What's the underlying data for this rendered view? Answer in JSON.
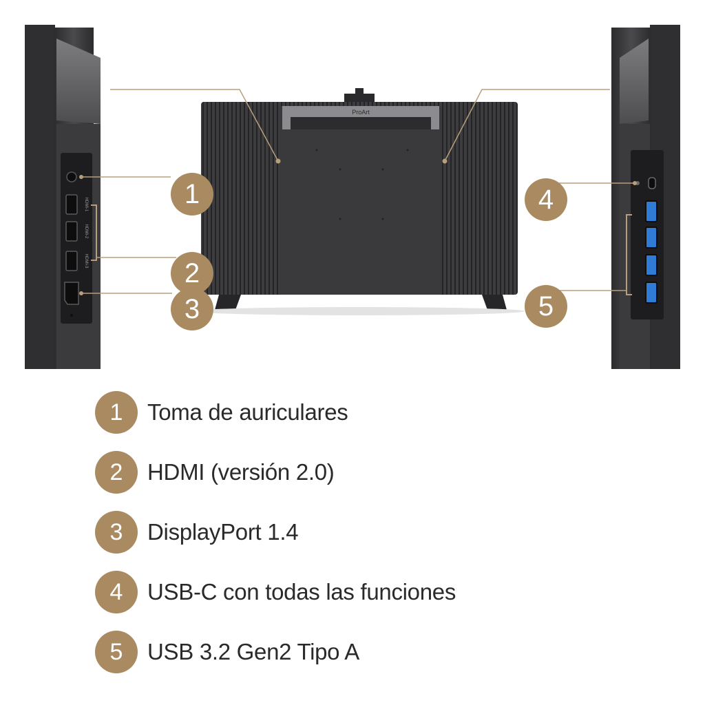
{
  "colors": {
    "badge": "#a98a61",
    "leader_line": "#b89f7c",
    "monitor_body": "#3a3a3c",
    "monitor_fins": "#2f2f31",
    "label_text": "#2a2a2a"
  },
  "monitor": {
    "brand_label": "ProArt"
  },
  "callouts": [
    {
      "number": "1",
      "label": "Toma de auriculares"
    },
    {
      "number": "2",
      "label": "HDMI (versión 2.0)"
    },
    {
      "number": "3",
      "label": "DisplayPort 1.4"
    },
    {
      "number": "4",
      "label": "USB-C con todas las funciones"
    },
    {
      "number": "5",
      "label": "USB 3.2 Gen2 Tipo A"
    }
  ],
  "left_panel": {
    "port_labels": [
      "HDMI-1",
      "HDMI-2",
      "HDMI-3"
    ]
  }
}
